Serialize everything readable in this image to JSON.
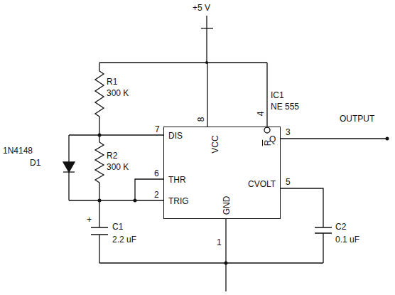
{
  "diagram": {
    "nodes": [
      {
        "text": [
          "IC1",
          "NE 555",
          "DIS",
          "VCC",
          "R",
          "Q",
          "THR",
          "TRIG",
          "GND",
          "CVOLT"
        ]
      }
    ],
    "labels": [
      "+5 V",
      "R1",
      "300 K",
      "R2",
      "300 K",
      "1N4148",
      "D1",
      "+",
      "C1",
      "2.2 uF",
      "C2",
      "0.1 uF",
      "OUTPUT",
      "8",
      "4",
      "7",
      "6",
      "2",
      "1",
      "5",
      "3"
    ]
  }
}
